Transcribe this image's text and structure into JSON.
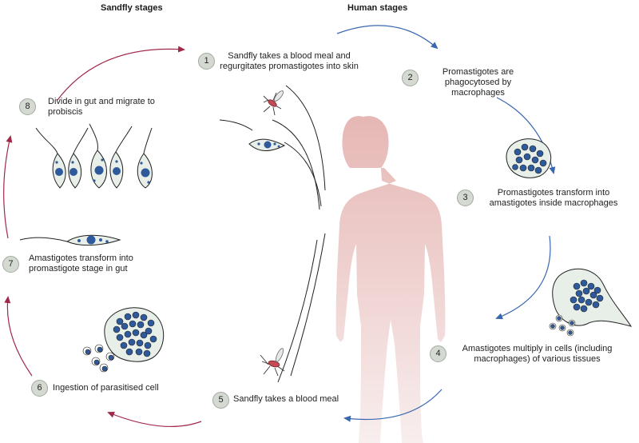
{
  "headers": {
    "sandfly": "Sandfly stages",
    "human": "Human stages"
  },
  "steps": [
    {
      "num": "1",
      "text": "Sandfly takes a blood meal and regurgitates promastigotes into skin"
    },
    {
      "num": "2",
      "text": "Promastigotes are phagocytosed by macrophages"
    },
    {
      "num": "3",
      "text": "Promastigotes transform into amastigotes inside macrophages"
    },
    {
      "num": "4",
      "text": "Amastigotes multiply in cells (including macrophages) of various tissues"
    },
    {
      "num": "5",
      "text": "Sandfly takes a blood meal"
    },
    {
      "num": "6",
      "text": "Ingestion of parasitised cell"
    },
    {
      "num": "7",
      "text": "Amastigotes transform into promastigote stage in gut"
    },
    {
      "num": "8",
      "text": "Divide in gut and migrate to probiscis"
    }
  ],
  "colors": {
    "human_arrow": "#3a68b0",
    "sandfly_arrow": "#a0294a",
    "nucleus": "#2e5a9c",
    "cell_fill": "#e8efe8",
    "body_top": "#e9bcb9",
    "body_bottom": "#f7ecec"
  }
}
